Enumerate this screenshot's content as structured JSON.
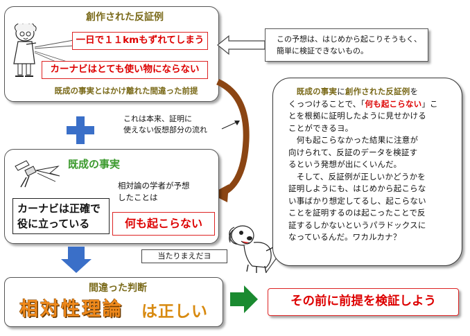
{
  "colors": {
    "red": "#d00000",
    "olive": "#7a6a1a",
    "green": "#3c9a2e",
    "blue": "#3a6fc8",
    "brown": "#8b4513",
    "dark_green": "#1a8a30"
  },
  "top_panel": {
    "title": "創作された反証例",
    "box1": "一日で１１kmもずれてしまう",
    "box2": "カーナビはとても使い物にならない",
    "footer": "既成の事実とはかけ離れた間違った前提"
  },
  "top_note": {
    "text": "この予想は、はじめから起こりそうもく、簡単に検証できないもの。"
  },
  "middle_note": {
    "line1": "これは本来、証明に",
    "line2": "使えない仮想部分の流れ"
  },
  "mid_panel": {
    "title": "既成の事実",
    "fact_line1": "カーナビは正確で",
    "fact_line2": "役に立っている",
    "predict_line1": "相対論の学者が予想",
    "predict_line2": "したことは",
    "predict_box": "何も起こらない"
  },
  "dog_label": "当たりまえだヨ",
  "bottom_panel": {
    "title": "間違った判断",
    "big": "相対性理論",
    "suffix": "は正しい"
  },
  "conclusion": "その前に前提を検証しよう",
  "bubble": {
    "p1_a": "既成の事実",
    "p1_b": "に",
    "p1_c": "創作された反証例",
    "p1_d": "を",
    "p1_e": "くっつけることで、「",
    "p1_f": "何も起こらない",
    "p1_g": "」こ",
    "p1_rest": [
      "とを根拠に証明したように見せかける",
      "ことができるヨ。"
    ],
    "p2": [
      "　何も起こらなかった結果に注意が",
      "向けられて、反証のデータを検証す",
      "るという発想が出にくいんだ。"
    ],
    "p3": [
      "　そして、反証例が正しいかどうかを",
      "証明しようにも、はじめから起こらな",
      "い事ばかり想定してるし、起こらない",
      "ことを証明するのは起こったことで反",
      "証するしかないというパラドックスに",
      "なっているんだ。ワカルカナ？"
    ]
  }
}
